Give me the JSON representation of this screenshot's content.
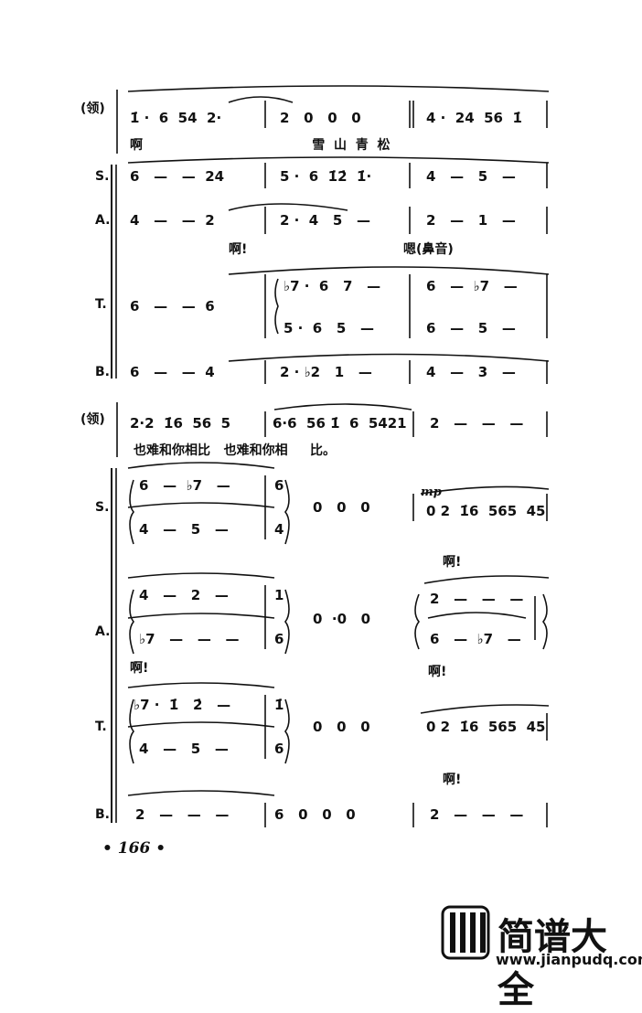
{
  "page_number": "• 166 •",
  "system1": {
    "parts": [
      {
        "label": "(领)",
        "m1": "1̇ ·  6  54  2·",
        "m2": "2   0   0   0",
        "m3": "4 ·  24  56  1̇",
        "lyric": "啊                                      雪  山  青  松"
      },
      {
        "label": "S.",
        "m1": "6   —   —  24",
        "m2": "5 ·  6  1̇2̇  1̇·",
        "m3": "4   —   5   —"
      },
      {
        "label": "A.",
        "m1": "4   —   —  2",
        "m2": "2 ·  4   5   —",
        "m3": "2   —   1   —",
        "lyric": "啊!                                   嗯(鼻音)"
      },
      {
        "label": "T.",
        "m1": "6   —   —  6",
        "m2a": "♭7 ·  6   7   —",
        "m2b": "5 ·  6   5   —",
        "m3a": "6   —  ♭7   —",
        "m3b": "6   —   5   —"
      },
      {
        "label": "B.",
        "m1": "6   —   —  4",
        "m2": "2 · ♭2   1   —",
        "m3": "4   —   3   —"
      }
    ]
  },
  "system2": {
    "parts": [
      {
        "label": "(领)",
        "m1": "2·2  1̇6  56  5",
        "m2": "6·6  56 1̇  6  5421",
        "m3": "2   —   —   —",
        "lyric": "也难和你相比   也难和你相     比。"
      },
      {
        "label": "S.",
        "m1a": "6   —  ♭7   —",
        "m1b": "4   —   5   —",
        "m2a": "6",
        "m2b": "4",
        "rest": "0   0   0",
        "dyn": "mp",
        "m3": "0 2  1̇6  565  45",
        "lyric": "啊!"
      },
      {
        "label": "A.",
        "m1a": "4   —   2   —",
        "m1b": "♭7   —   —   —",
        "m2a": "1",
        "m2b": "6",
        "rest": "0  ·0   0",
        "m3a": "2   —   —   —",
        "m3b": "6   —  ♭7   —",
        "lyric1": "啊!",
        "lyric2": "啊!"
      },
      {
        "label": "T.",
        "m1a": "♭7 ·  1̇   2̇   —",
        "m1b": "4   —   5   —",
        "m2a": "1̇",
        "m2b": "6",
        "rest": "0   0   0",
        "m3": "0 2  1̇6  565  45",
        "lyric": "啊!"
      },
      {
        "label": "B.",
        "m1": "2   —   —   —",
        "m2": "6   0   0   0",
        "m3": "2   —   —   —"
      }
    ]
  },
  "watermark": {
    "cn": "简谱大全",
    "url": "www.jianpudq.com"
  }
}
